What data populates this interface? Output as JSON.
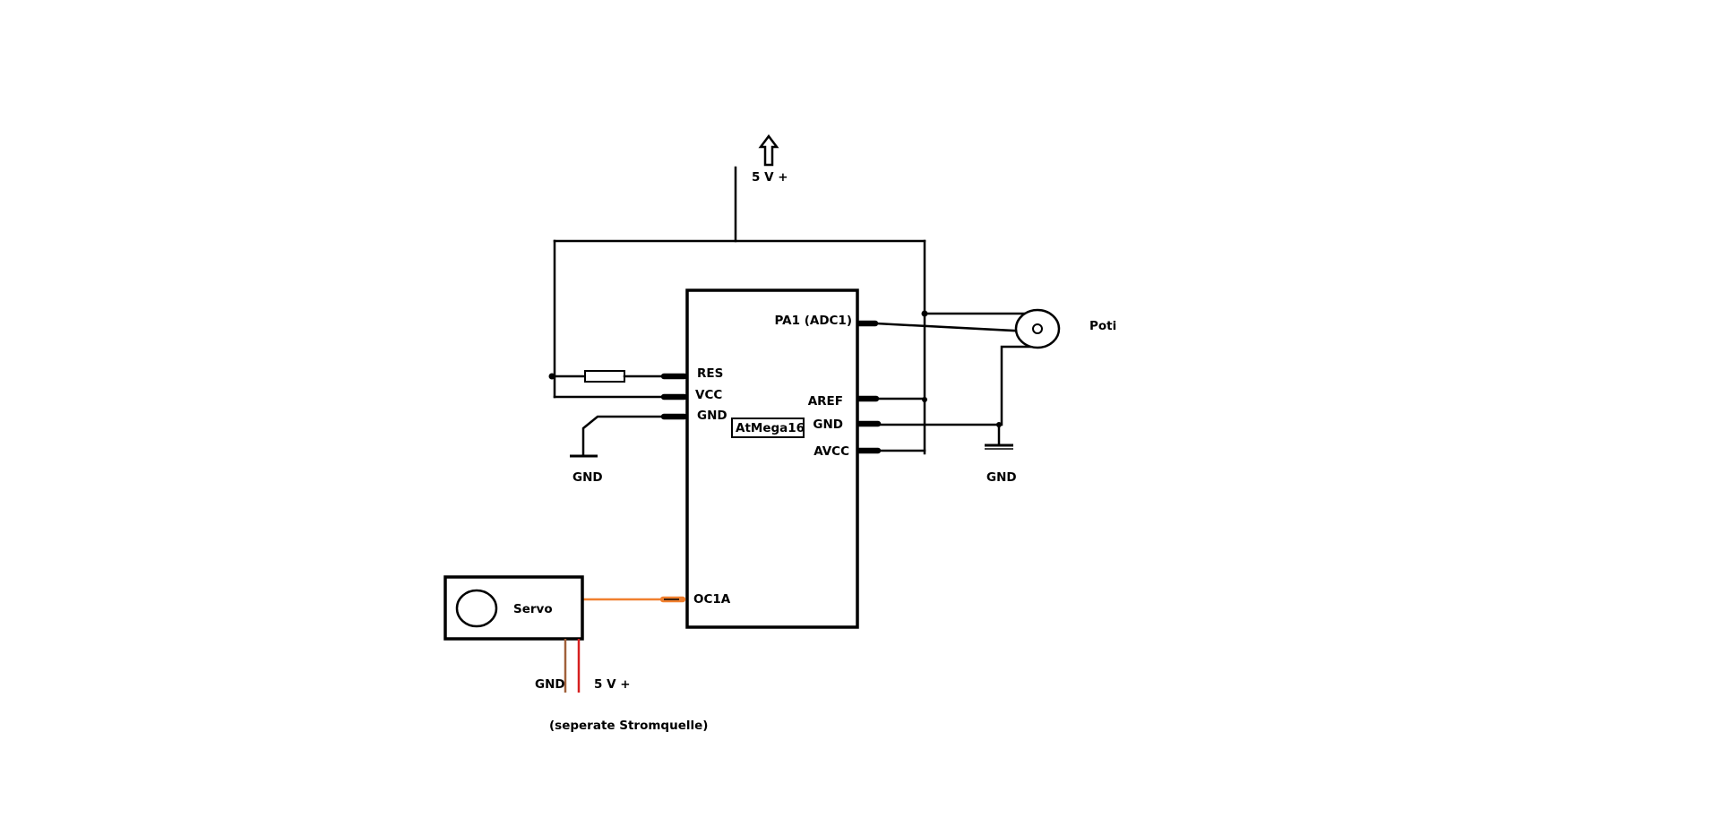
{
  "diagram": {
    "supply_label": "5 V +",
    "chip": {
      "name": "AtMega16",
      "pins_left": {
        "res": "RES",
        "vcc": "VCC",
        "gnd": "GND",
        "oc1a": "OC1A"
      },
      "pins_right": {
        "pa1": "PA1 (ADC1)",
        "aref": "AREF",
        "gnd": "GND",
        "avcc": "AVCC"
      }
    },
    "pot_label": "Poti",
    "gnd_left_label": "GND",
    "gnd_right_label": "GND",
    "servo": {
      "label": "Servo",
      "gnd_label": "GND",
      "vplus_label": "5 V +",
      "note": "(seperate Stromquelle)"
    },
    "colors": {
      "wire": "#000000",
      "signal": "#f07f2e",
      "servo_gnd": "#a0603a",
      "servo_vplus": "#d62020"
    }
  }
}
